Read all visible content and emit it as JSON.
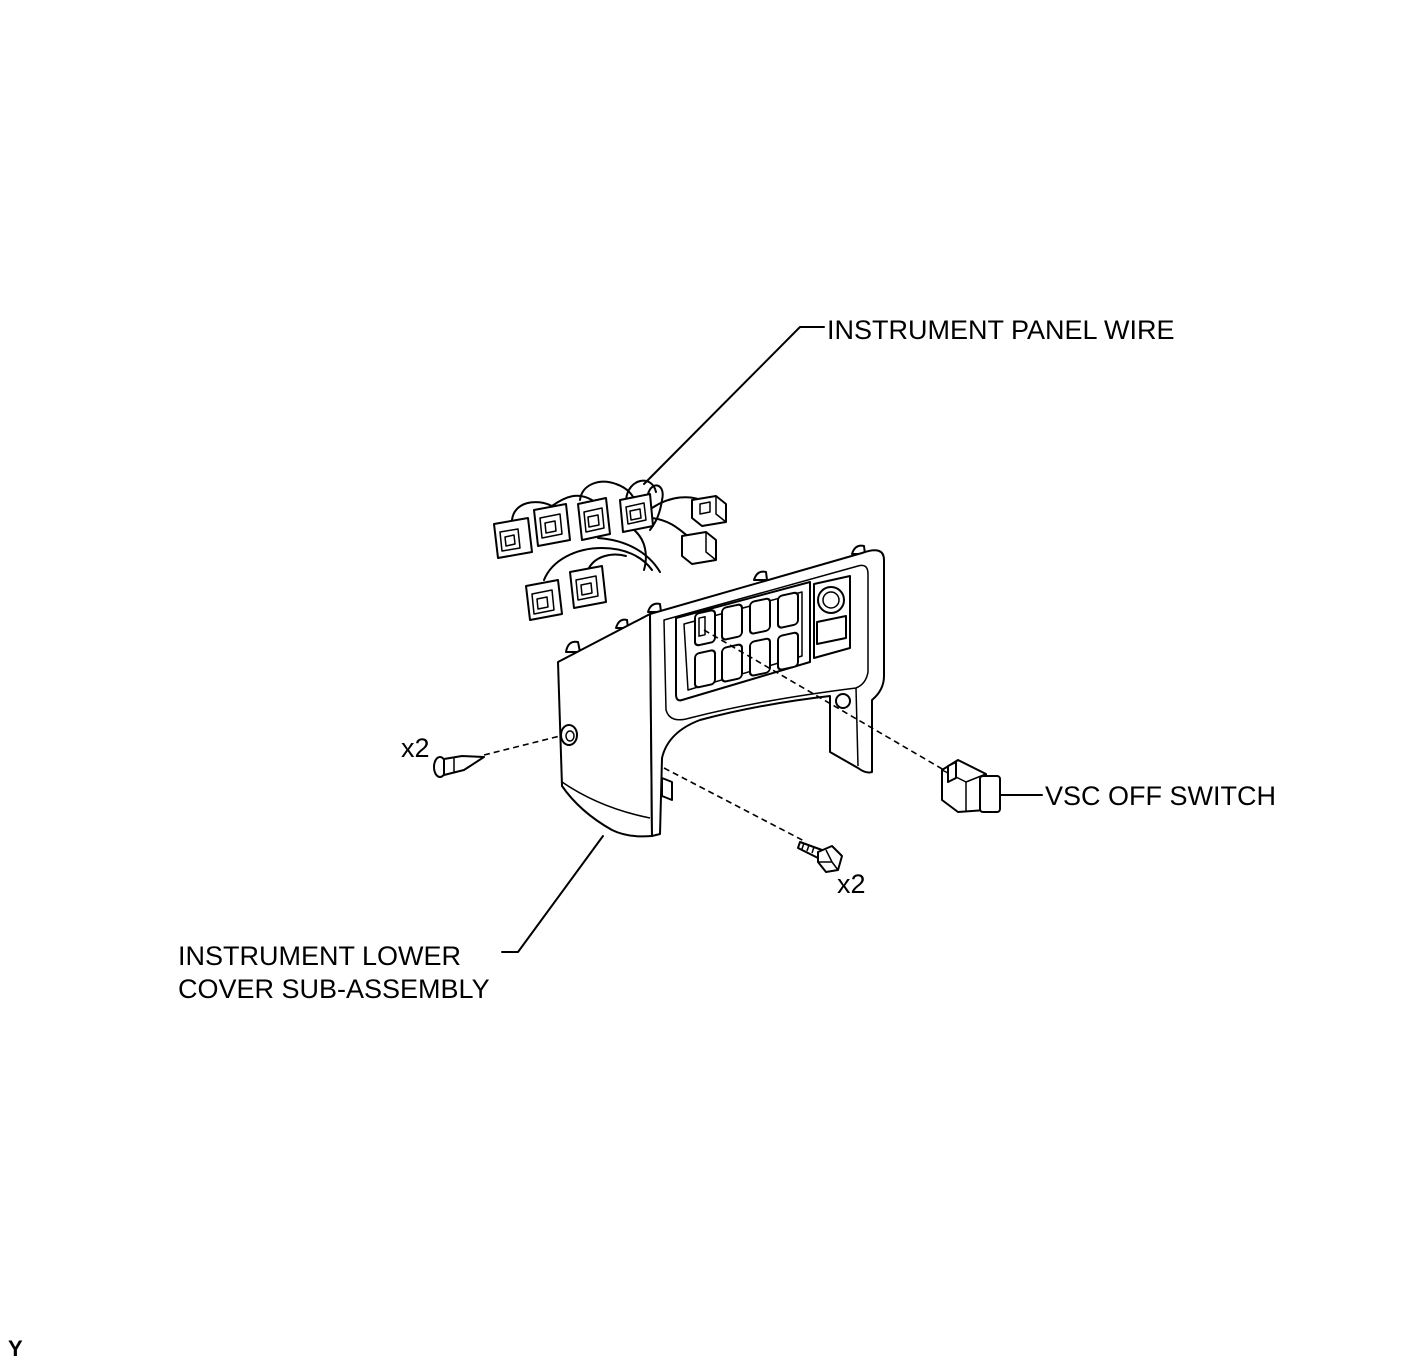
{
  "labels": {
    "instrument_panel_wire": "INSTRUMENT PANEL WIRE",
    "vsc_off_switch": "VSC OFF SWITCH",
    "qty_clip": "x2",
    "qty_screw": "x2",
    "lower_cover_line1": "INSTRUMENT LOWER",
    "lower_cover_line2": "COVER SUB-ASSEMBLY",
    "corner_mark": "Y"
  }
}
